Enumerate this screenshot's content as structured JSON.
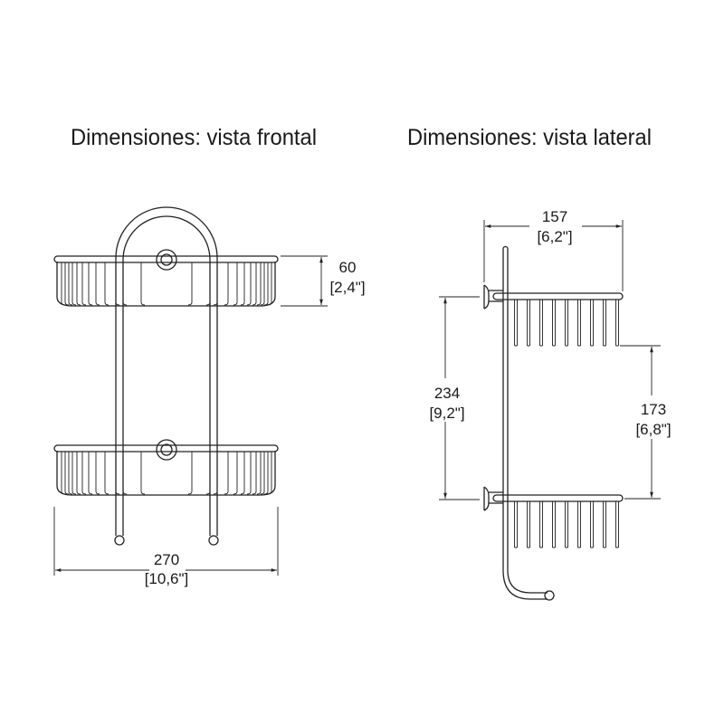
{
  "titles": {
    "front": "Dimensiones: vista frontal",
    "side": "Dimensiones: vista lateral"
  },
  "front_view": {
    "width_mm": "270",
    "width_in": "[10,6\"]",
    "basket_height_mm": "60",
    "basket_height_in": "[2,4\"]"
  },
  "side_view": {
    "depth_mm": "157",
    "depth_in": "[6,2\"]",
    "shelf_spacing_mm": "234",
    "shelf_spacing_in": "[9,2\"]",
    "clearance_mm": "173",
    "clearance_in": "[6,8\"]"
  }
}
